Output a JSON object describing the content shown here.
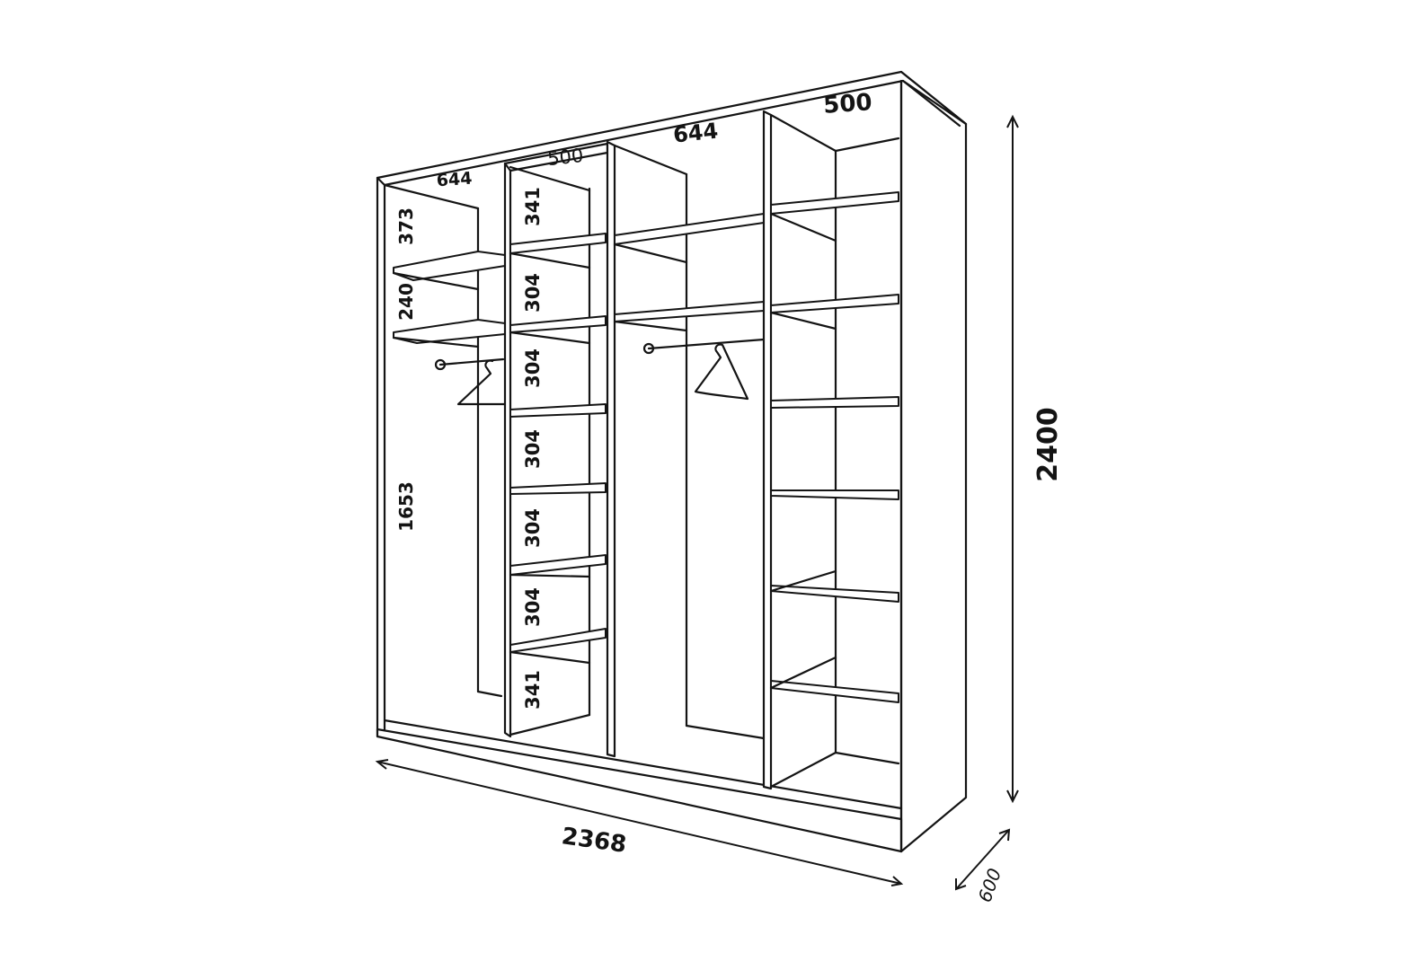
{
  "overall": {
    "width": "2368",
    "height": "2400",
    "depth": "600"
  },
  "section_widths": {
    "s1": "644",
    "s2": "500",
    "s3": "644",
    "s4": "500"
  },
  "left_section_heights": {
    "top": "373",
    "middle": "240",
    "hanging": "1653"
  },
  "shelf_column_heights": {
    "h1": "341",
    "h2": "304",
    "h3": "304",
    "h4": "304",
    "h5": "304",
    "h6": "304",
    "h7": "341"
  }
}
